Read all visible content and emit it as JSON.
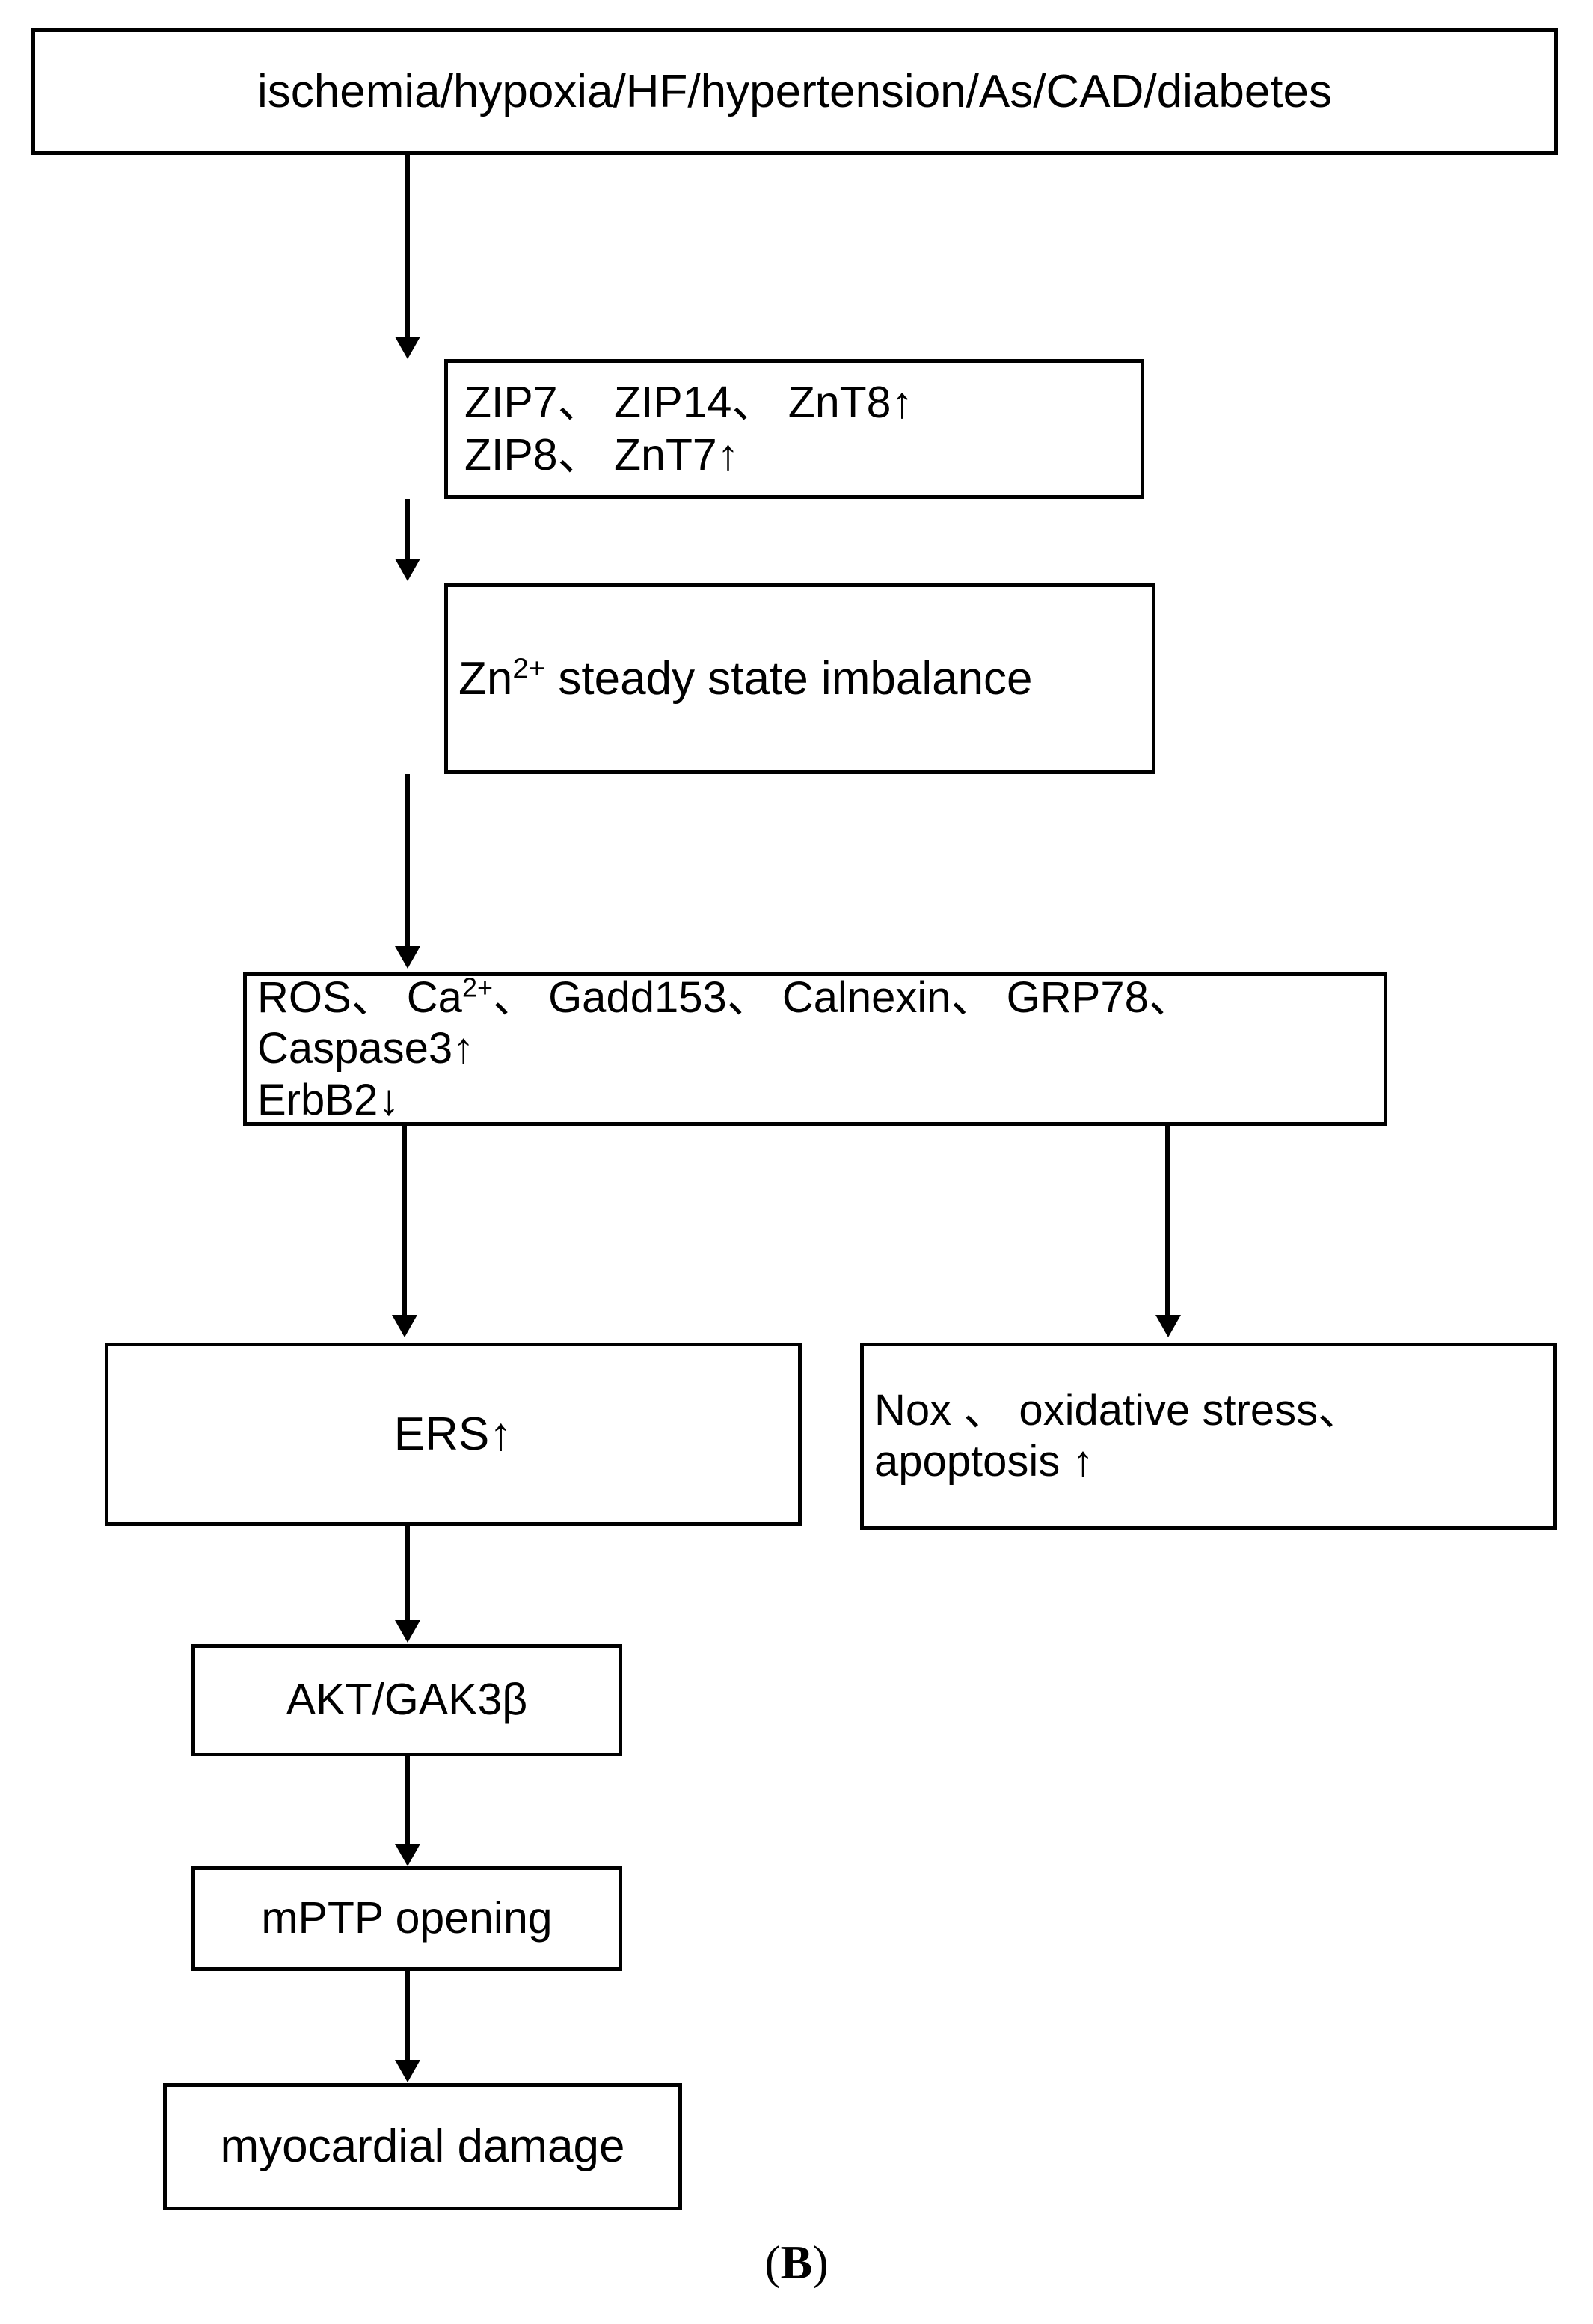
{
  "figure": {
    "caption_open": "(",
    "caption_letter": "B",
    "caption_close": ")"
  },
  "colors": {
    "background": "#ffffff",
    "stroke": "#000000",
    "text": "#000000"
  },
  "nodes": {
    "stimuli": {
      "id": "stimuli",
      "line1": "ischemia/hypoxia/HF/hypertension/As/CAD/diabetes"
    },
    "transporters": {
      "id": "transporters",
      "line1": "ZIP7、 ZIP14、 ZnT8↑",
      "line2": "ZIP8、 ZnT7↑"
    },
    "zinc_imbalance": {
      "id": "zinc-imbalance",
      "prefix": "Zn",
      "charge": "2+",
      "suffix": " steady state imbalance"
    },
    "mediators": {
      "id": "mediators",
      "line1_a": "ROS、 Ca",
      "line1_charge": "2+",
      "line1_b": "、 Gadd153、 Calnexin、 GRP78、",
      "line2": "Caspase3↑",
      "line3": "ErbB2↓"
    },
    "ers": {
      "id": "ers",
      "line1": "ERS↑"
    },
    "nox": {
      "id": "nox",
      "line1": "Nox 、 oxidative stress、",
      "line2": "apoptosis ↑"
    },
    "akt": {
      "id": "akt",
      "line1": "AKT/GAK3β"
    },
    "mptp": {
      "id": "mptp",
      "line1": "mPTP opening"
    },
    "damage": {
      "id": "damage",
      "line1": "myocardial damage"
    }
  },
  "edges": [
    {
      "from": "stimuli",
      "to": "transporters",
      "arrow": "down"
    },
    {
      "from": "transporters",
      "to": "zinc_imbalance",
      "arrow": "down"
    },
    {
      "from": "zinc_imbalance",
      "to": "mediators",
      "arrow": "down"
    },
    {
      "from": "mediators",
      "to": "ers",
      "arrow": "down"
    },
    {
      "from": "mediators",
      "to": "nox",
      "arrow": "down"
    },
    {
      "from": "ers",
      "to": "akt",
      "arrow": "down"
    },
    {
      "from": "akt",
      "to": "mptp",
      "arrow": "down"
    },
    {
      "from": "mptp",
      "to": "damage",
      "arrow": "down"
    }
  ]
}
